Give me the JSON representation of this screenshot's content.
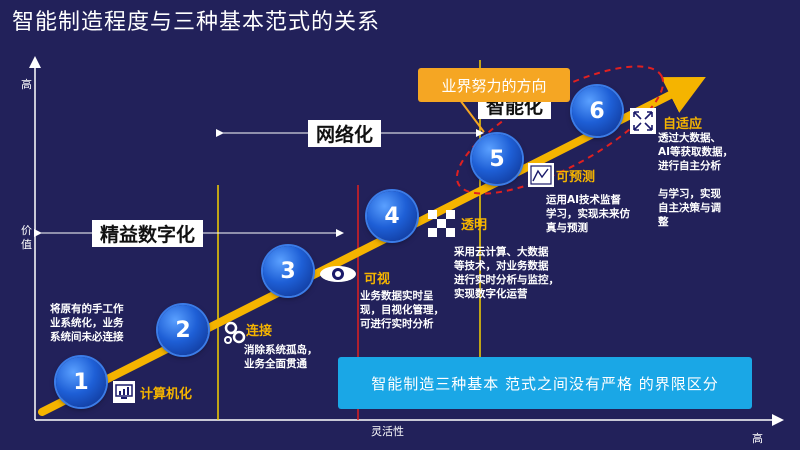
{
  "title": "智能制造程度与三种基本范式的关系",
  "axis": {
    "y_high": "高",
    "y_label_line1": "价",
    "y_label_line2": "值",
    "x_label": "灵活性",
    "x_high": "高"
  },
  "spans": {
    "lean_digital": "精益数字化",
    "network": "网络化",
    "smart": "智能化"
  },
  "direction_label": "业界努力的方向",
  "note": "智能制造三种基本 范式之间没有严格 的界限区分",
  "stages": [
    {
      "number": "1",
      "name": "计算机化",
      "icon": "chart-monitor-icon",
      "desc": [
        "将原有的手工作",
        "业系统化，业务",
        "系统间未必连接"
      ]
    },
    {
      "number": "2",
      "name": "连接",
      "icon": "gears-icon",
      "desc": [
        "消除系统孤岛，",
        "业务全面贯通"
      ]
    },
    {
      "number": "3",
      "name": "可视",
      "icon": "eye-icon",
      "desc": [
        "业务数据实时呈",
        "现，目视化管理，",
        "可进行实时分析"
      ]
    },
    {
      "number": "4",
      "name": "透明",
      "icon": "mosaic-icon",
      "desc": [
        "采用云计算、大数据",
        "等技术，对业务数据",
        "进行实时分析与监控，",
        "实现数字化运营"
      ]
    },
    {
      "number": "5",
      "name": "可预测",
      "icon": "forecast-chart-icon",
      "desc": [
        "运用AI技术监督",
        "学习，实现未来仿",
        "真与预测"
      ]
    },
    {
      "number": "6",
      "name": "自适应",
      "icon": "expand-icon",
      "desc": [
        "透过大数据、",
        "AI等获取数据，",
        "进行自主分析",
        "",
        "与学习，实现",
        "自主决策与调",
        "整"
      ]
    }
  ],
  "colors": {
    "background": "#22215a",
    "arrow": "#f5b400",
    "stage_name": "#f5b400",
    "divider": "#f5d000",
    "divider_red": "#e02020",
    "direction_box": "#f5a623",
    "note_box": "#1aa7e6"
  }
}
